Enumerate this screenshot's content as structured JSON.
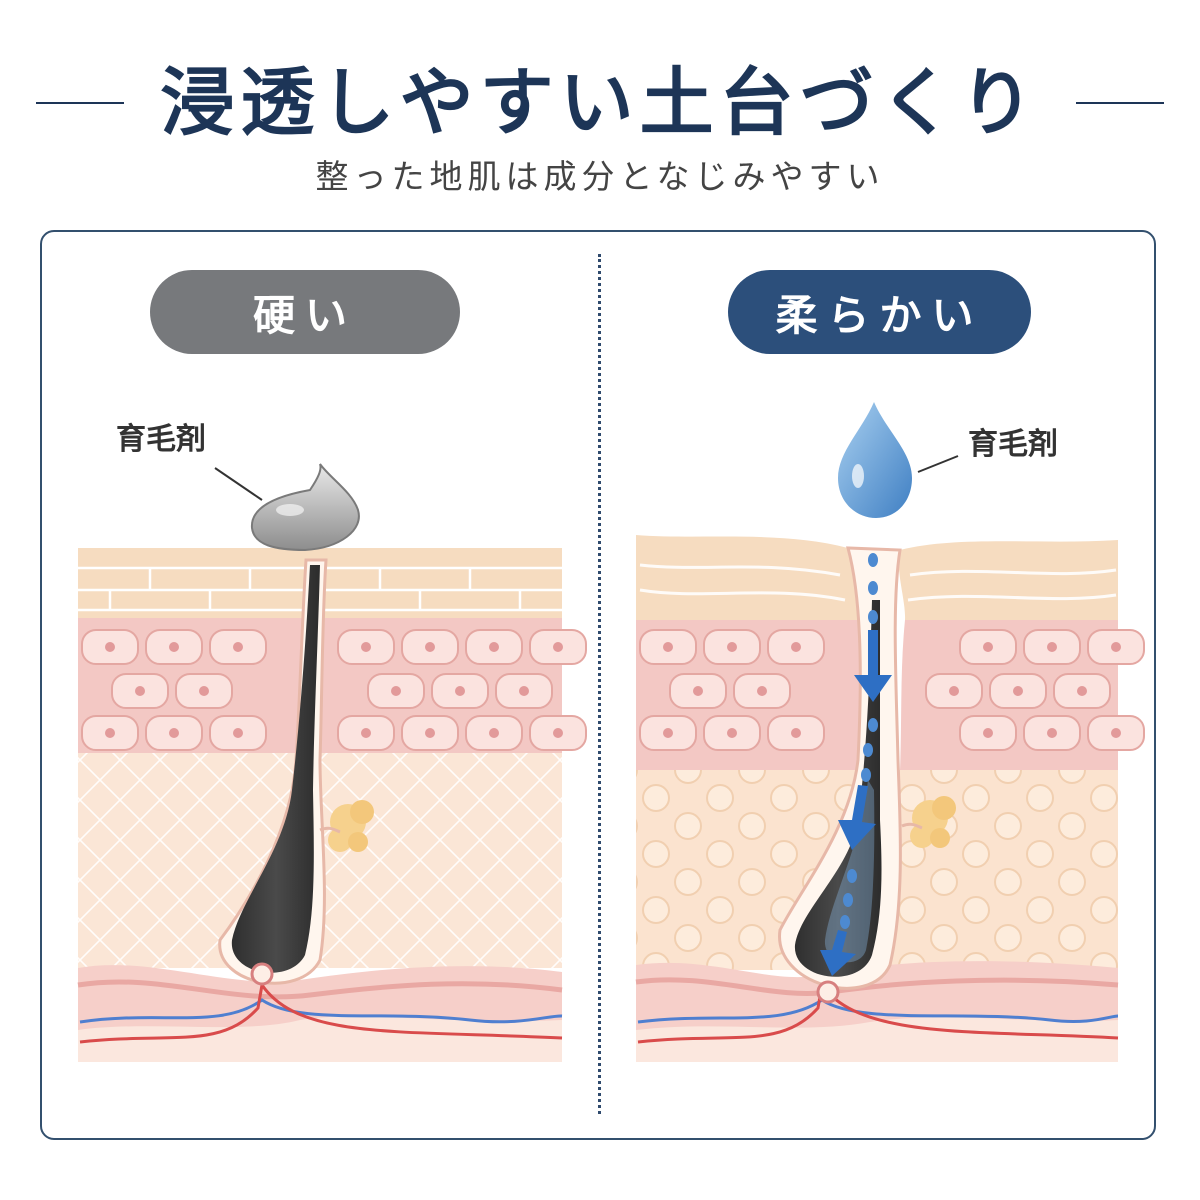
{
  "header": {
    "title": "浸透しやすい土台づくり",
    "subtitle": "整った地肌は成分となじみやすい"
  },
  "panels": {
    "left": {
      "pill": "硬い",
      "agent_label": "育毛剤"
    },
    "right": {
      "pill": "柔らかい",
      "agent_label": "育毛剤"
    }
  },
  "colors": {
    "navy": "#1d3557",
    "pill_hard": "#77797c",
    "pill_soft": "#2c4f7b",
    "skin_top": "#f6dcc0",
    "skin_cells": "#f4c9c6",
    "dermis": "#fbe3d2",
    "hair": "#3a3a3a",
    "droplet": "#5b95d2",
    "arrow": "#2e6fc4"
  },
  "icons": {
    "agent_blob": "gray-gel-blob-icon",
    "agent_drop": "water-drop-icon",
    "flow_arrow": "down-arrow-icon"
  }
}
